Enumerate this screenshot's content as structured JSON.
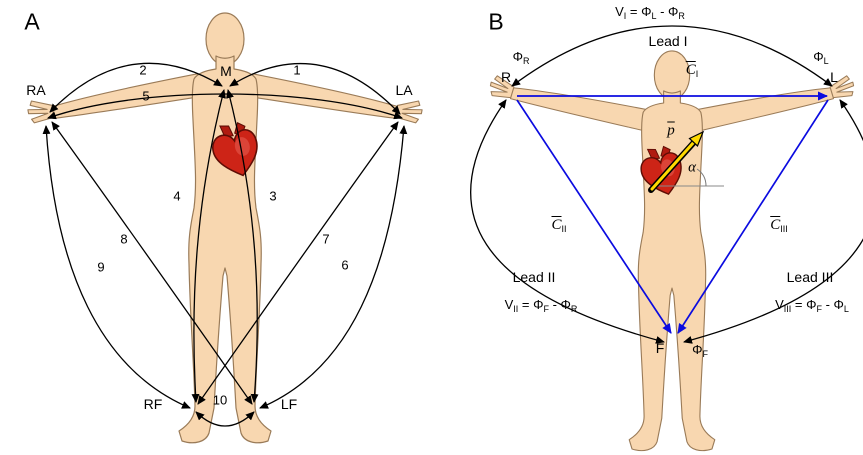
{
  "panel_a": {
    "label": "A",
    "electrodes": {
      "m": "M",
      "ra": "RA",
      "la": "LA",
      "rf": "RF",
      "lf": "LF"
    },
    "wires": [
      "1",
      "2",
      "3",
      "4",
      "5",
      "6",
      "7",
      "8",
      "9",
      "10"
    ]
  },
  "panel_b": {
    "label": "B",
    "nodes": {
      "r": "R",
      "l": "L",
      "f": "F"
    },
    "leads": {
      "lead1": "Lead I",
      "lead2": "Lead II",
      "lead3": "Lead III"
    },
    "eq1": [
      "V",
      "I",
      " = Φ",
      "L",
      " - Φ",
      "R"
    ],
    "eq2": [
      "V",
      "II",
      " = Φ",
      "F",
      " - Φ",
      "R"
    ],
    "eq3": [
      "V",
      "III",
      " = Φ",
      "F",
      " - Φ",
      "L"
    ],
    "c1": {
      "base": "C",
      "sub": "I"
    },
    "c2": {
      "base": "C",
      "sub": "II"
    },
    "c3": {
      "base": "C",
      "sub": "III"
    },
    "phi_r": {
      "base": "Φ",
      "sub": "R"
    },
    "phi_l": {
      "base": "Φ",
      "sub": "L"
    },
    "phi_f": {
      "base": "Φ",
      "sub": "F"
    },
    "p_vector": "p",
    "alpha": "α"
  },
  "colors": {
    "wire": "#000000",
    "lead_vector": "#0b0be0",
    "heart_fill": "#cd2417",
    "skin_fill": "#f8d7b0",
    "p_arrow": "#ffd900"
  }
}
